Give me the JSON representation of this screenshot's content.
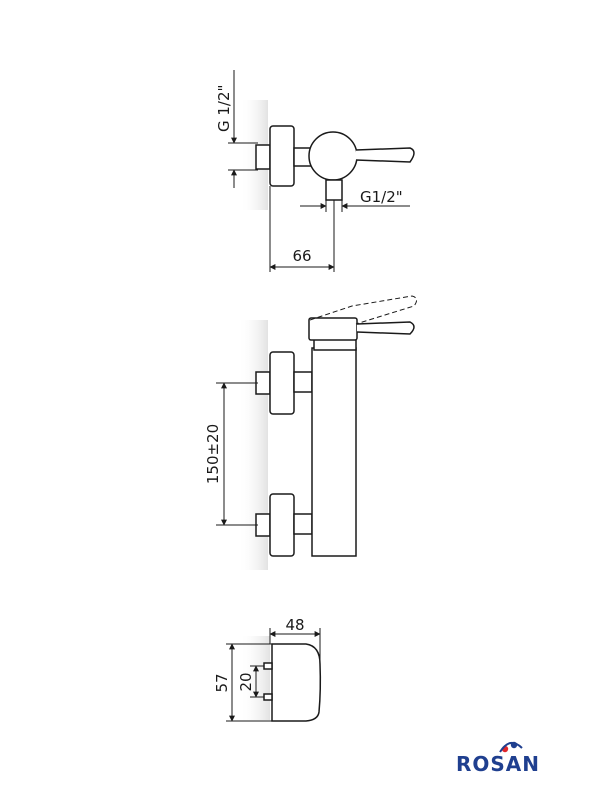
{
  "views": {
    "top": {
      "thread_wall": "G 1/2\"",
      "thread_outlet": "G1/2\"",
      "depth": "66"
    },
    "front": {
      "spacing": "150±20"
    },
    "side": {
      "width": "48",
      "height": "57",
      "offset": "20"
    }
  },
  "logo": {
    "text": "ROSAN"
  },
  "colors": {
    "line": "#1a1a1a",
    "wall_shadow": "#e6e6e6",
    "logo_blue": "#1f3f8f",
    "logo_red": "#e0262b"
  }
}
